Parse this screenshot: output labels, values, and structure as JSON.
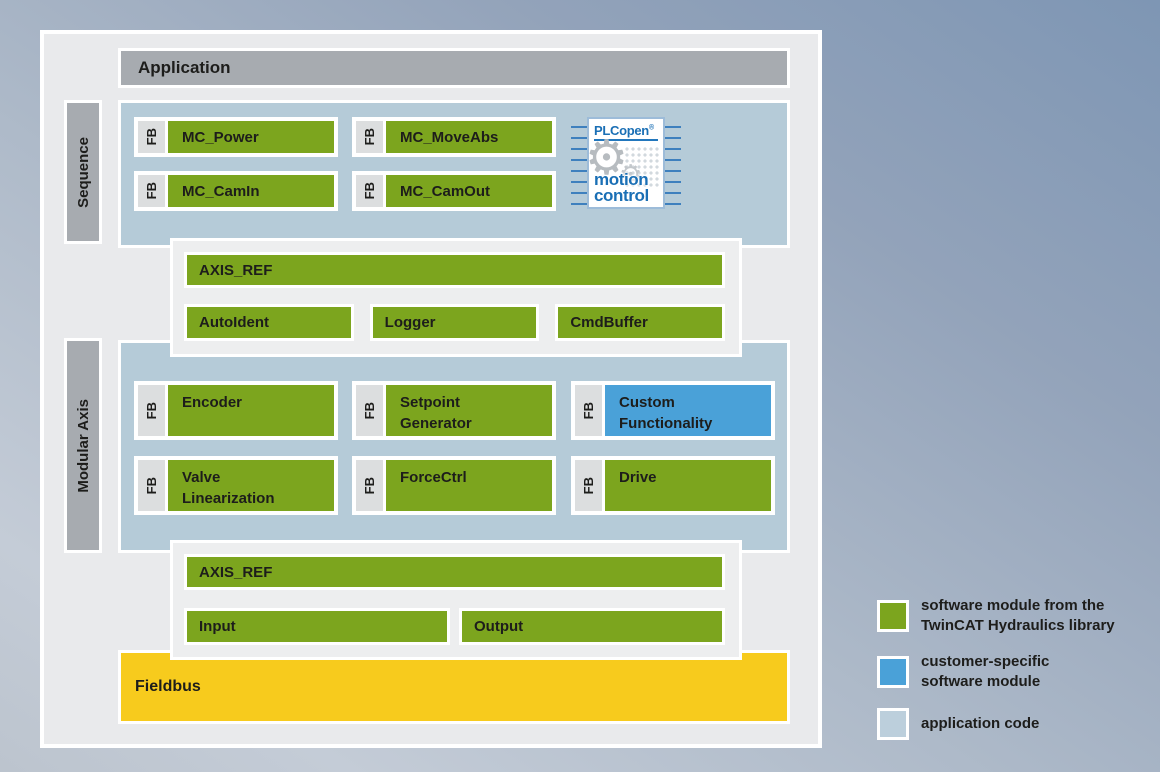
{
  "application": {
    "label": "Application"
  },
  "sequence": {
    "label": "Sequence",
    "blocks": [
      {
        "fb": "FB",
        "label": "MC_Power"
      },
      {
        "fb": "FB",
        "label": "MC_MoveAbs"
      },
      {
        "fb": "FB",
        "label": "MC_CamIn"
      },
      {
        "fb": "FB",
        "label": "MC_CamOut"
      }
    ]
  },
  "plcopen": {
    "brand": "PLCopen",
    "registered": "®",
    "word1": "motion",
    "word2": "control",
    "gear_glyph": "⚙"
  },
  "axis_panel_top": {
    "axis_ref": "AXIS_REF",
    "modules": [
      "AutoIdent",
      "Logger",
      "CmdBuffer"
    ]
  },
  "modular": {
    "label": "Modular Axis",
    "blocks": [
      {
        "fb": "FB",
        "line1": "Encoder",
        "line2": ""
      },
      {
        "fb": "FB",
        "line1": "Setpoint",
        "line2": "Generator"
      },
      {
        "fb": "FB",
        "line1": "Custom",
        "line2": "Functionality"
      },
      {
        "fb": "FB",
        "line1": "Valve",
        "line2": "Linearization"
      },
      {
        "fb": "FB",
        "line1": "ForceCtrl",
        "line2": ""
      },
      {
        "fb": "FB",
        "line1": "Drive",
        "line2": ""
      }
    ]
  },
  "axis_panel_bottom": {
    "axis_ref": "AXIS_REF",
    "modules": [
      "Input",
      "Output"
    ]
  },
  "fieldbus": {
    "label": "Fieldbus"
  },
  "legend": {
    "items": [
      {
        "swatch_color": "#7CA51E",
        "line1": "software module from the",
        "line2": "TwinCAT Hydraulics library"
      },
      {
        "swatch_color": "#4AA1D8",
        "line1": "customer-specific",
        "line2": "software module"
      },
      {
        "swatch_color": "#BCCFDC",
        "line1": "application code",
        "line2": ""
      }
    ]
  },
  "colors": {
    "library_green": "#7CA51E",
    "customer_blue": "#4AA1D8",
    "application_blue": "#B5CBD8",
    "fieldbus_yellow": "#F7CB1D",
    "section_gray": "#A7ABB0",
    "plcopen_blue": "#1A6FB5"
  }
}
